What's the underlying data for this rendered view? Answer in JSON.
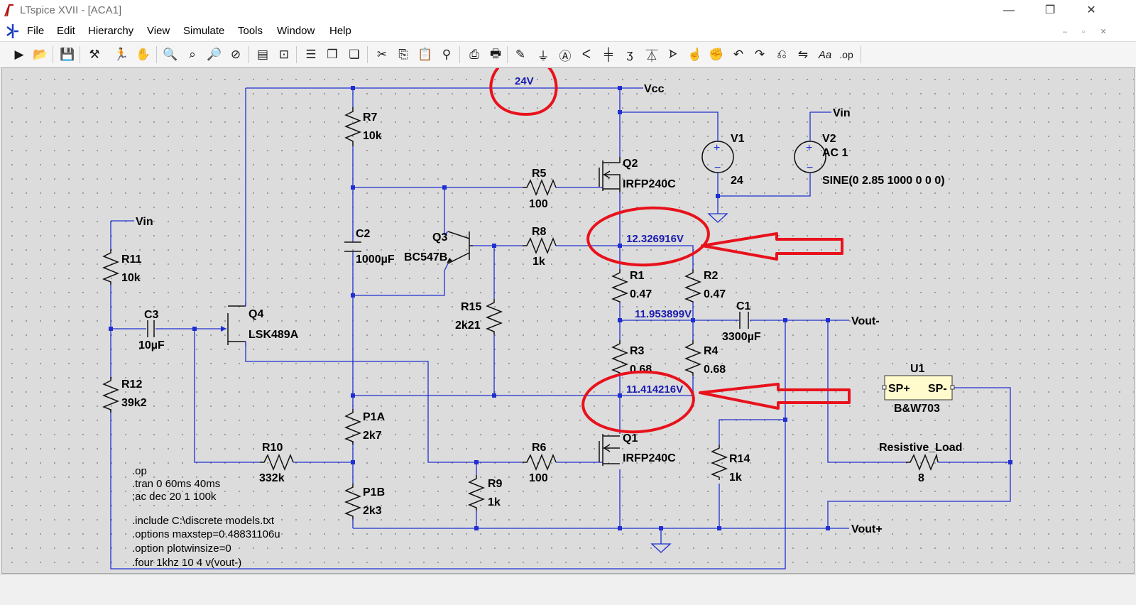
{
  "window": {
    "title": "LTspice XVII - [ACA1]",
    "minimize_glyph": "—",
    "maximize_glyph": "❐",
    "close_glyph": "✕"
  },
  "menu": {
    "items": [
      {
        "label": "File"
      },
      {
        "label": "Edit"
      },
      {
        "label": "Hierarchy"
      },
      {
        "label": "View"
      },
      {
        "label": "Simulate"
      },
      {
        "label": "Tools"
      },
      {
        "label": "Window"
      },
      {
        "label": "Help"
      }
    ],
    "mdi_minimize": "–",
    "mdi_restore": "▫",
    "mdi_close": "✕"
  },
  "toolbar": {
    "buttons": [
      {
        "name": "run-icon",
        "glyph": "▶"
      },
      {
        "name": "open-icon",
        "glyph": "📂"
      },
      {
        "name": "save-icon",
        "glyph": "💾"
      },
      {
        "name": "control-panel-icon",
        "glyph": "⚒"
      },
      {
        "name": "halt-icon",
        "glyph": "🏃"
      },
      {
        "name": "pan-icon",
        "glyph": "✋"
      },
      {
        "name": "zoom-in-icon",
        "glyph": "🔍"
      },
      {
        "name": "zoom-area-icon",
        "glyph": "⌕"
      },
      {
        "name": "zoom-out-icon",
        "glyph": "🔎"
      },
      {
        "name": "zoom-cancel-icon",
        "glyph": "⊘"
      },
      {
        "name": "autorange-icon",
        "glyph": "▤"
      },
      {
        "name": "visible-traces-icon",
        "glyph": "⊡"
      },
      {
        "name": "tile-horizontal-icon",
        "glyph": "☰"
      },
      {
        "name": "cascade-icon",
        "glyph": "❒"
      },
      {
        "name": "tile-vertical-icon",
        "glyph": "❏"
      },
      {
        "name": "cut-icon",
        "glyph": "✂"
      },
      {
        "name": "copy-icon",
        "glyph": "⎘"
      },
      {
        "name": "paste-icon",
        "glyph": "📋"
      },
      {
        "name": "find-icon",
        "glyph": "⚲"
      },
      {
        "name": "print-setup-icon",
        "glyph": "⎙"
      },
      {
        "name": "print-icon",
        "glyph": "🖶"
      },
      {
        "name": "draw-wire-icon",
        "glyph": "✎"
      },
      {
        "name": "ground-icon",
        "glyph": "⏚"
      },
      {
        "name": "label-net-icon",
        "glyph": "Ⓐ"
      },
      {
        "name": "resistor-icon",
        "glyph": "ᐸ"
      },
      {
        "name": "capacitor-icon",
        "glyph": "╪"
      },
      {
        "name": "inductor-icon",
        "glyph": "ʒ"
      },
      {
        "name": "diode-icon",
        "glyph": "⏄"
      },
      {
        "name": "component-icon",
        "glyph": "ᗌ"
      },
      {
        "name": "move-icon",
        "glyph": "☝"
      },
      {
        "name": "drag-icon",
        "glyph": "✊"
      },
      {
        "name": "undo-icon",
        "glyph": "↶"
      },
      {
        "name": "redo-icon",
        "glyph": "↷"
      },
      {
        "name": "rotate-icon",
        "glyph": "⎌"
      },
      {
        "name": "mirror-icon",
        "glyph": "⇋"
      },
      {
        "name": "text-icon",
        "glyph": "Aa"
      },
      {
        "name": "spice-directive-icon",
        "glyph": ".op"
      }
    ]
  },
  "schematic": {
    "components": {
      "R7": {
        "ref": "R7",
        "value": "10k"
      },
      "R5": {
        "ref": "R5",
        "value": "100"
      },
      "C2": {
        "ref": "C2",
        "value": "1000µF"
      },
      "Q3": {
        "ref": "Q3",
        "value": "BC547B"
      },
      "R8": {
        "ref": "R8",
        "value": "1k"
      },
      "Q2": {
        "ref": "Q2",
        "value": "IRFP240C"
      },
      "V1": {
        "ref": "V1",
        "value": "24"
      },
      "V2": {
        "ref": "V2",
        "value": "AC 1",
        "value2": "SINE(0 2.85 1000 0 0 0)"
      },
      "R11": {
        "ref": "R11",
        "value": "10k"
      },
      "C3": {
        "ref": "C3",
        "value": "10µF"
      },
      "Q4": {
        "ref": "Q4",
        "value": "LSK489A"
      },
      "R12": {
        "ref": "R12",
        "value": "39k2"
      },
      "R15": {
        "ref": "R15",
        "value": "2k21"
      },
      "R1": {
        "ref": "R1",
        "value": "0.47"
      },
      "R2": {
        "ref": "R2",
        "value": "0.47"
      },
      "C1": {
        "ref": "C1",
        "value": "3300µF"
      },
      "R3": {
        "ref": "R3",
        "value": "0.68"
      },
      "R4": {
        "ref": "R4",
        "value": "0.68"
      },
      "U1": {
        "ref": "U1",
        "value": "B&W703",
        "pin1": "SP+",
        "pin2": "SP-"
      },
      "P1A": {
        "ref": "P1A",
        "value": "2k7"
      },
      "P1B": {
        "ref": "P1B",
        "value": "2k3"
      },
      "R10": {
        "ref": "R10",
        "value": "332k"
      },
      "R9": {
        "ref": "R9",
        "value": "1k"
      },
      "R6": {
        "ref": "R6",
        "value": "100"
      },
      "Q1": {
        "ref": "Q1",
        "value": "IRFP240C"
      },
      "R14": {
        "ref": "R14",
        "value": "1k"
      },
      "RL": {
        "ref": "Resistive_Load",
        "value": "8"
      }
    },
    "nets": {
      "vcc": "Vcc",
      "vin_top": "Vin",
      "vin_left": "Vin",
      "vout_minus": "Vout-",
      "vout_plus": "Vout+"
    },
    "voltages": {
      "vcc": "24V",
      "q2_source": "12.326916V",
      "mid": "11.953899V",
      "q1_drain": "11.414216V"
    },
    "directives": [
      ".op",
      ".tran 0 60ms 40ms",
      ";ac dec 20 1 100k",
      "",
      ".include C:\\discrete models.txt",
      ".options maxstep=0.48831106u",
      ".option plotwinsize=0",
      ".four 1khz 10 4 v(vout-)"
    ]
  }
}
